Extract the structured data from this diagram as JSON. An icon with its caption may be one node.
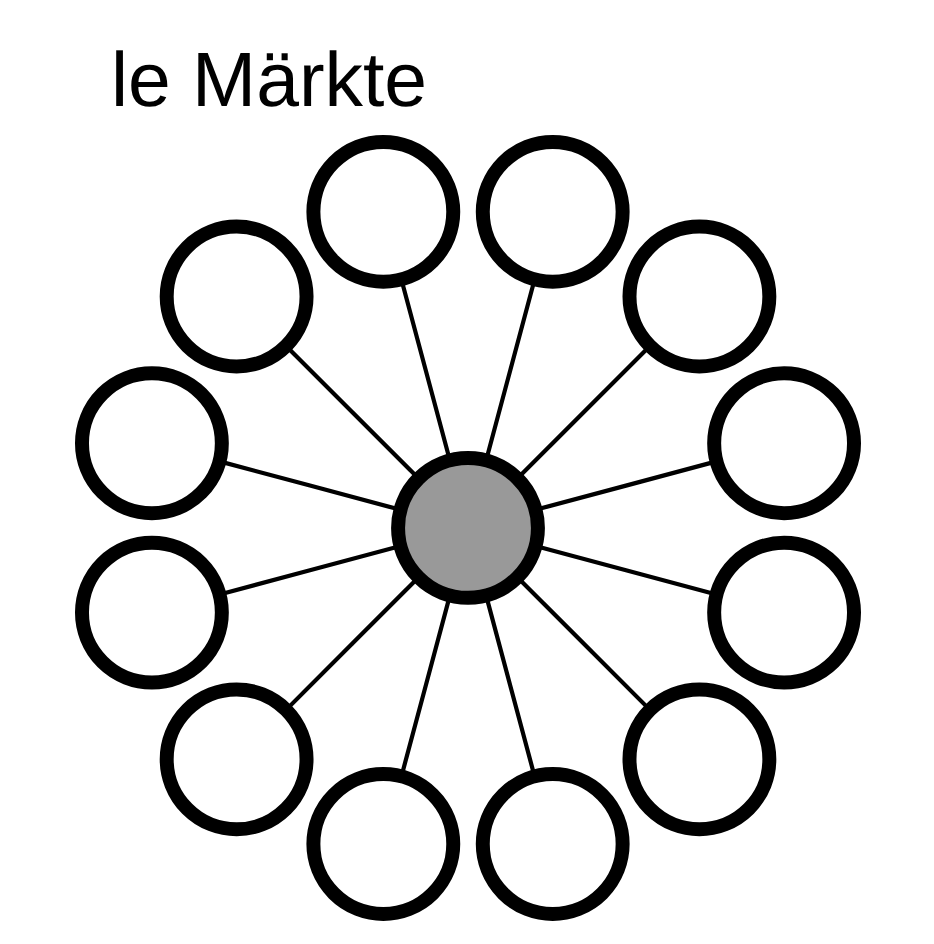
{
  "diagram": {
    "title": "le Märkte",
    "nodes": [
      {
        "text": [],
        "shape": "circle"
      },
      {
        "text": [],
        "shape": "circle"
      },
      {
        "text": [],
        "shape": "circle"
      },
      {
        "text": [],
        "shape": "circle"
      },
      {
        "text": [],
        "shape": "circle"
      },
      {
        "text": [],
        "shape": "circle"
      },
      {
        "text": [],
        "shape": "circle"
      },
      {
        "text": [],
        "shape": "circle"
      },
      {
        "text": [],
        "shape": "circle"
      },
      {
        "text": [],
        "shape": "circle"
      },
      {
        "text": [],
        "shape": "circle"
      },
      {
        "text": [],
        "shape": "circle"
      },
      {
        "text": [],
        "shape": "circle"
      }
    ],
    "edges": [
      {
        "from": 0,
        "to": 6,
        "arrow": "none"
      },
      {
        "from": 1,
        "to": 6,
        "arrow": "none"
      },
      {
        "from": 2,
        "to": 6,
        "arrow": "none"
      },
      {
        "from": 3,
        "to": 6,
        "arrow": "none"
      },
      {
        "from": 4,
        "to": 6,
        "arrow": "none"
      },
      {
        "from": 5,
        "to": 6,
        "arrow": "none"
      },
      {
        "from": 7,
        "to": 6,
        "arrow": "none"
      },
      {
        "from": 8,
        "to": 6,
        "arrow": "none"
      },
      {
        "from": 9,
        "to": 6,
        "arrow": "none"
      },
      {
        "from": 10,
        "to": 6,
        "arrow": "none"
      },
      {
        "from": 11,
        "to": 6,
        "arrow": "none"
      },
      {
        "from": 12,
        "to": 6,
        "arrow": "none"
      }
    ]
  }
}
